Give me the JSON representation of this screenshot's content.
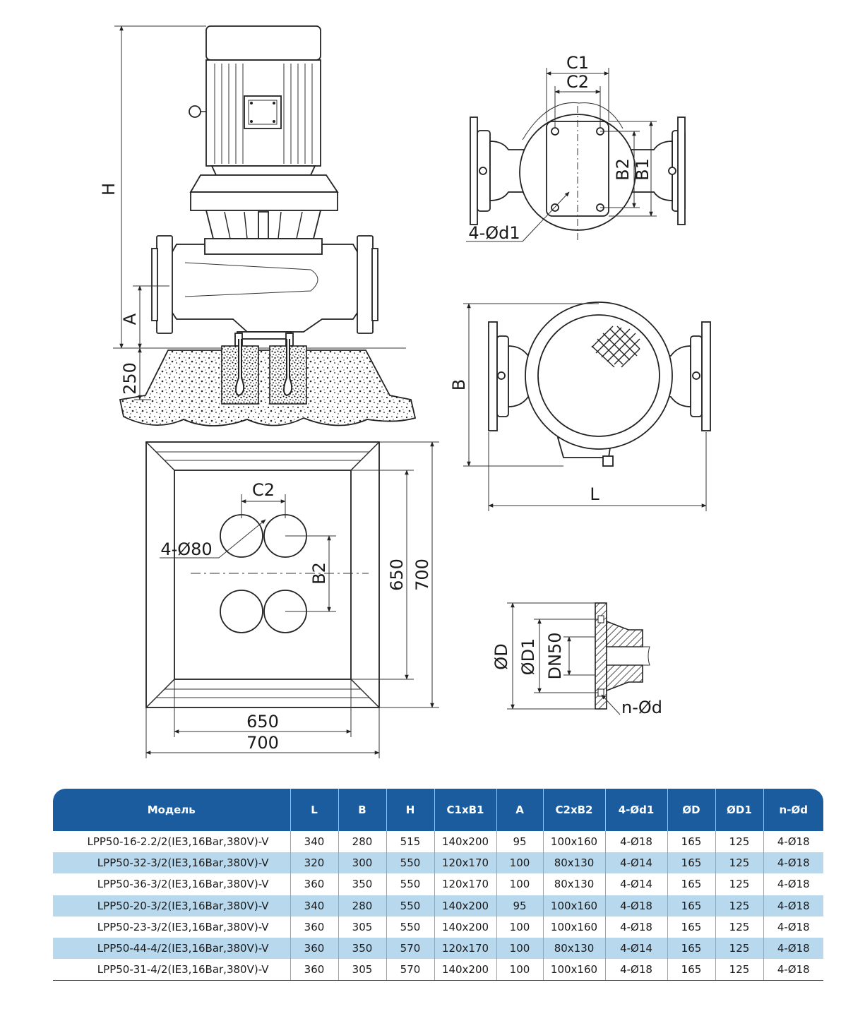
{
  "drawing": {
    "side_view": {
      "dim_H": "H",
      "dim_A": "A",
      "dim_base": "250"
    },
    "top_view": {
      "dim_C1": "C1",
      "dim_C2": "C2",
      "dim_B1": "B1",
      "dim_B2": "B2",
      "dim_bolts": "4-Ød1"
    },
    "body_view": {
      "dim_B": "B",
      "dim_L": "L"
    },
    "foundation": {
      "dim_C2": "C2",
      "dim_B2": "B2",
      "dim_holes": "4-Ø80",
      "inner_width": "650",
      "outer_width": "700",
      "inner_height": "650",
      "outer_height": "700"
    },
    "flange": {
      "dim_D": "ØD",
      "dim_D1": "ØD1",
      "dim_DN": "DN50",
      "dim_nd": "n-Ød"
    }
  },
  "table": {
    "headers": [
      "Модель",
      "L",
      "B",
      "H",
      "C1xB1",
      "A",
      "C2xB2",
      "4-Ød1",
      "ØD",
      "ØD1",
      "n-Ød"
    ],
    "rows": [
      [
        "LPP50-16-2.2/2(IE3,16Bar,380V)-V",
        "340",
        "280",
        "515",
        "140x200",
        "95",
        "100x160",
        "4-Ø18",
        "165",
        "125",
        "4-Ø18"
      ],
      [
        "LPP50-32-3/2(IE3,16Bar,380V)-V",
        "320",
        "300",
        "550",
        "120x170",
        "100",
        "80x130",
        "4-Ø14",
        "165",
        "125",
        "4-Ø18"
      ],
      [
        "LPP50-36-3/2(IE3,16Bar,380V)-V",
        "360",
        "350",
        "550",
        "120x170",
        "100",
        "80x130",
        "4-Ø14",
        "165",
        "125",
        "4-Ø18"
      ],
      [
        "LPP50-20-3/2(IE3,16Bar,380V)-V",
        "340",
        "280",
        "550",
        "140x200",
        "95",
        "100x160",
        "4-Ø18",
        "165",
        "125",
        "4-Ø18"
      ],
      [
        "LPP50-23-3/2(IE3,16Bar,380V)-V",
        "360",
        "305",
        "550",
        "140x200",
        "100",
        "100x160",
        "4-Ø18",
        "165",
        "125",
        "4-Ø18"
      ],
      [
        "LPP50-44-4/2(IE3,16Bar,380V)-V",
        "360",
        "350",
        "570",
        "120x170",
        "100",
        "80x130",
        "4-Ø14",
        "165",
        "125",
        "4-Ø18"
      ],
      [
        "LPP50-31-4/2(IE3,16Bar,380V)-V",
        "360",
        "305",
        "570",
        "140x200",
        "100",
        "100x160",
        "4-Ø18",
        "165",
        "125",
        "4-Ø18"
      ]
    ]
  }
}
